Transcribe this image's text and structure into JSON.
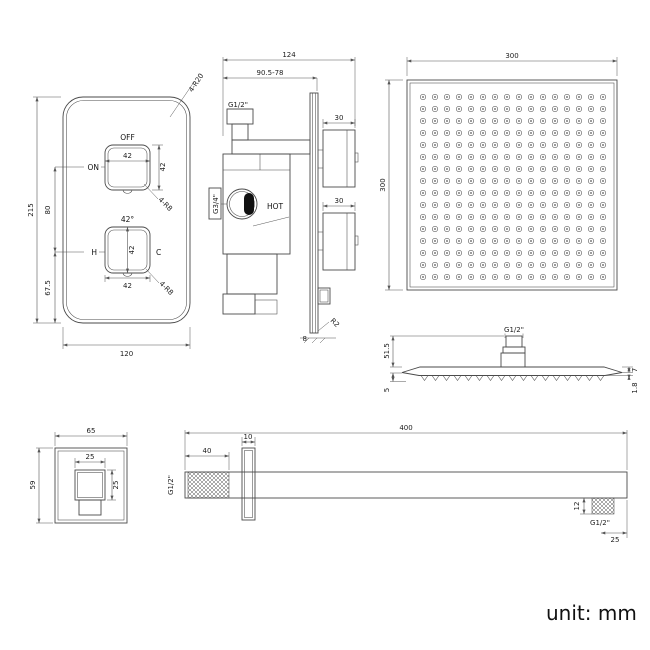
{
  "unit_label": "unit: mm",
  "colors": {
    "line": "#4a4a4a",
    "text": "#1c1c1c",
    "bg": "#ffffff"
  },
  "valve_front": {
    "width": "120",
    "height": "215",
    "spacing": "80",
    "bottom_offset": "67.5",
    "knob": "42",
    "temp": "42°",
    "off": "OFF",
    "on": "ON",
    "hot": "H",
    "cold": "C",
    "corner_radius": "4-R20",
    "knob_radius": "4-R8"
  },
  "valve_side": {
    "width": "124",
    "depth_range": "90.5-78",
    "knob_depth": "30",
    "plate_thickness": "8",
    "edge_radius": "R2",
    "top_inlet": "G1/2\"",
    "side_inlet": "G3/4\"",
    "hot": "HOT"
  },
  "head_top": {
    "width": "300",
    "height": "300"
  },
  "head_side": {
    "height": "51.5",
    "edge": "5",
    "rim": "7",
    "thickness": "1.8",
    "connector": "G1/2\""
  },
  "outlet": {
    "width": "65",
    "height": "59",
    "inner_width": "25",
    "inner_height": "25"
  },
  "arm": {
    "length": "400",
    "thread_length": "40",
    "flange_width": "10",
    "outlet_height": "12",
    "end_offset": "25",
    "thread_left": "G1/2\"",
    "thread_right": "G1/2\""
  }
}
